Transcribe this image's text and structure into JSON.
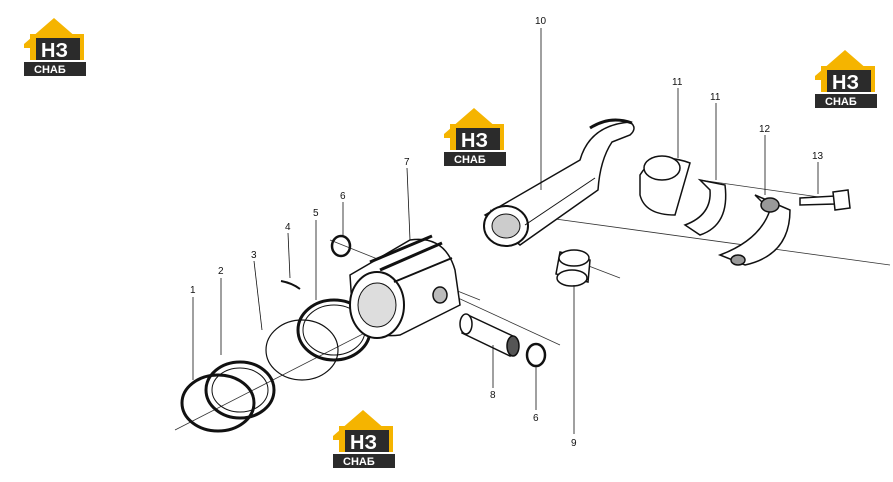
{
  "logo": {
    "mark": "НЗ",
    "caption": "СНАБ",
    "color_yellow": "#f5b400",
    "color_dark": "#2b2b2b"
  },
  "callouts": [
    {
      "label": "1"
    },
    {
      "label": "2"
    },
    {
      "label": "3"
    },
    {
      "label": "4"
    },
    {
      "label": "5"
    },
    {
      "label": "6"
    },
    {
      "label": "7"
    },
    {
      "label": "8"
    },
    {
      "label": "6"
    },
    {
      "label": "9"
    },
    {
      "label": "10"
    },
    {
      "label": "11"
    },
    {
      "label": "11"
    },
    {
      "label": "12"
    },
    {
      "label": "13"
    }
  ]
}
